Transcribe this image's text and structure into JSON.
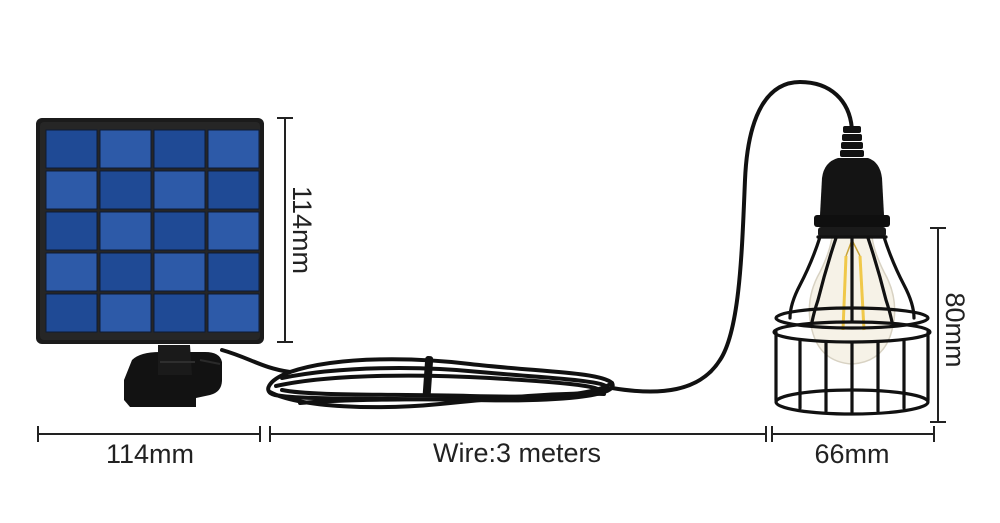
{
  "dimensions": {
    "panel_height": "114mm",
    "panel_width": "114mm",
    "wire_length": "Wire:3 meters",
    "lamp_width": "66mm",
    "lamp_height": "80mm"
  },
  "colors": {
    "background": "#ffffff",
    "panel_frame": "#1b1b1b",
    "panel_cell": "#2d5aa8",
    "panel_cell_dark": "#1f4a95",
    "panel_grid": "#0d1a33",
    "wire": "#111111",
    "lamp_metal": "#111111",
    "filament": "#f0c84a",
    "dimension_line": "#222222"
  },
  "icons": {
    "panel": "solar-panel-icon",
    "lamp": "caged-pendant-lamp-icon",
    "bulb": "edison-bulb-icon",
    "wire": "coiled-cable-icon"
  }
}
